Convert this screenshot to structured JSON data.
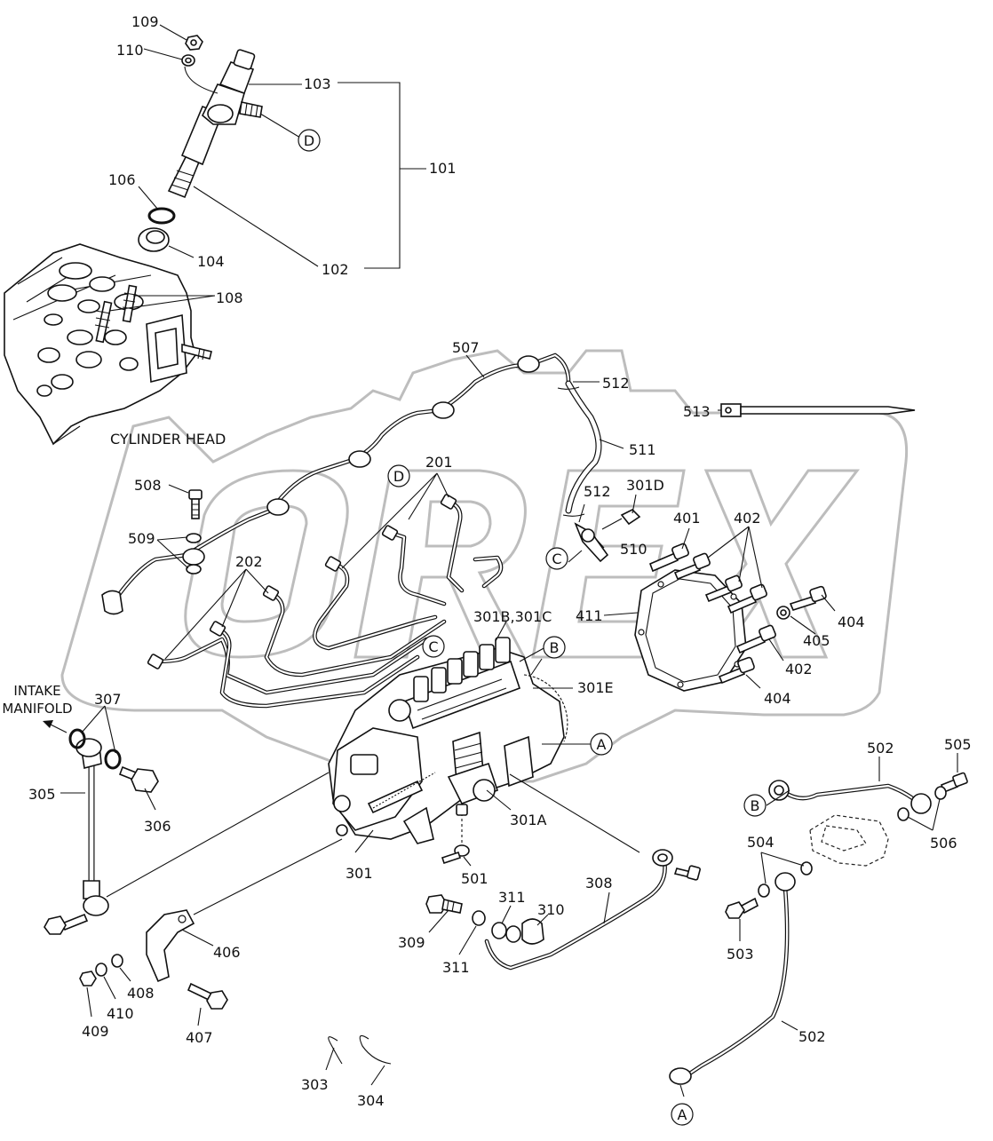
{
  "diagram": {
    "part_labels": {
      "p109": "109",
      "p110": "110",
      "p103": "103",
      "p101": "101",
      "p106": "106",
      "p104": "104",
      "p102": "102",
      "p108": "108",
      "p507": "507",
      "p512a": "512",
      "p513": "513",
      "p511": "511",
      "p508": "508",
      "p201": "201",
      "p512b": "512",
      "p301D": "301D",
      "p509": "509",
      "p202": "202",
      "p401": "401",
      "p402a": "402",
      "p510": "510",
      "p411": "411",
      "p404a": "404",
      "p405": "405",
      "p301BC": "301B,301C",
      "p402b": "402",
      "p301E": "301E",
      "p404b": "404",
      "p307": "307",
      "p502a": "502",
      "p505": "505",
      "p305": "305",
      "p306": "306",
      "p301A": "301A",
      "p504": "504",
      "p506": "506",
      "p301": "301",
      "p501": "501",
      "p308": "308",
      "p311a": "311",
      "p310": "310",
      "p309": "309",
      "p311b": "311",
      "p503": "503",
      "p406": "406",
      "p408": "408",
      "p410": "410",
      "p409": "409",
      "p407": "407",
      "p502b": "502",
      "p303": "303",
      "p304": "304"
    },
    "callouts": {
      "D1": "D",
      "D2": "D",
      "C1": "C",
      "C2": "C",
      "B1": "B",
      "B2": "B",
      "A1": "A",
      "A2": "A"
    },
    "text_notes": {
      "cylinder_head": "CYLINDER HEAD",
      "intake_line1": "INTAKE",
      "intake_line2": "MANIFOLD"
    },
    "watermark": "OREX",
    "colors": {
      "ink": "#111111",
      "watermark": "#bdbdbd",
      "background": "#ffffff"
    }
  }
}
